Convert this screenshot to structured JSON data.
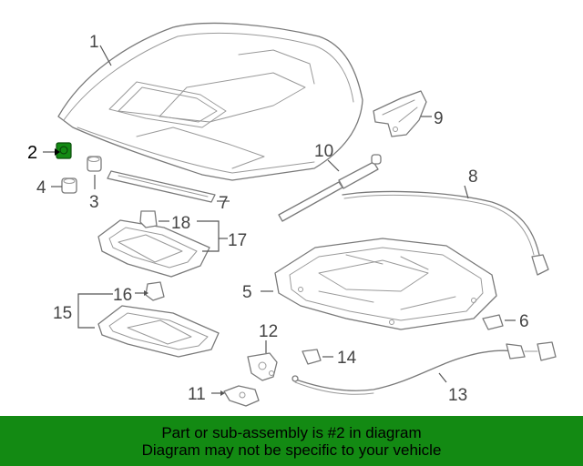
{
  "highlight_color": "#138a13",
  "callouts": {
    "c1": "1",
    "c2": "2",
    "c3": "3",
    "c4": "4",
    "c5": "5",
    "c6": "6",
    "c7": "7",
    "c8": "8",
    "c9": "9",
    "c10": "10",
    "c11": "11",
    "c12": "12",
    "c13": "13",
    "c14": "14",
    "c15": "15",
    "c16": "16",
    "c17": "17",
    "c18": "18"
  },
  "banner": {
    "line1": "Part or sub-assembly is #2 in diagram",
    "line2": "Diagram may not be specific to your vehicle"
  }
}
